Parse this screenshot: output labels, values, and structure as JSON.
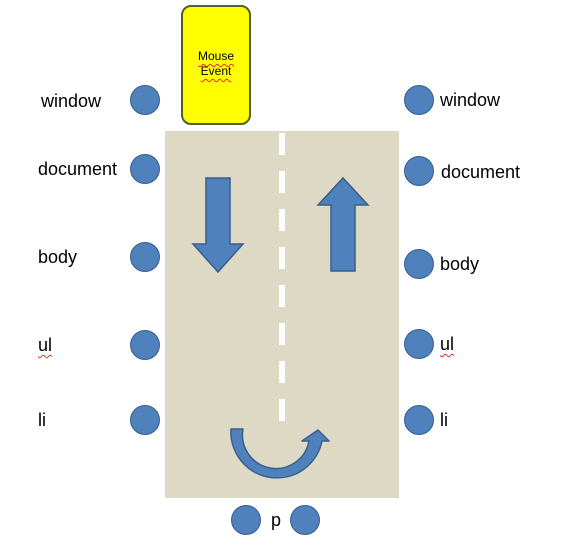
{
  "event_box": {
    "line1": "Mouse",
    "line2": "Event"
  },
  "left_labels": [
    "window",
    "document",
    "body",
    "ul",
    "li"
  ],
  "right_labels": [
    "window",
    "document",
    "body",
    "ul",
    "li"
  ],
  "target_label": "p",
  "colors": {
    "node_fill": "#4f81bd",
    "node_stroke": "#385d8a",
    "road": "#ddd9c4",
    "event_box": "#ffff00",
    "event_box_border": "#4e6128"
  },
  "icons": [
    "arrow-down-icon",
    "arrow-up-icon",
    "u-turn-arrow-icon"
  ]
}
